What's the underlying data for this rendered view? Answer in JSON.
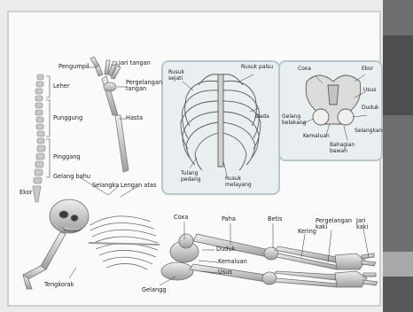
{
  "labels": {
    "pengumpil": "Pengumpil",
    "jari_tangan": "Jari tangan",
    "leher": "Leher",
    "pergelangan_tangan": "Pergelangan tangan",
    "punggung": "Punggung",
    "hasta": "Hasta",
    "pinggang": "Pinggang",
    "ekor": "Ekor",
    "gelang_bahu": "Gelang bahu",
    "selangka": "Selangka",
    "lengan_atas": "Lengan atas",
    "rusuk_sejati": "Rusuk sejati",
    "rusuk_palsu": "Rusuk palsu",
    "dada": "Dada",
    "tulang_pedang": "Tulang pedang",
    "rusuk_melayang": "Rusuk melayang",
    "ekor_inset": "Ekor",
    "duduk": "Duduk",
    "usus": "Usus",
    "gelang_belakang": "Gelang belakang",
    "kemaluan": "Kemaluan",
    "selangkang": "Selangkang",
    "bahagian_bawah": "Bahagian bawah",
    "coxa": "Coxa",
    "paha": "Paha",
    "betis": "Betis",
    "kering": "Kering",
    "pergelangan_kaki": "Pergelangan kaki",
    "jari_kaki": "Jari kaki",
    "kemaluan2": "Kemaluan",
    "gelangg": "Gelangg",
    "usus2": "Usus",
    "tengkorak": "Tengkorak"
  },
  "colors": {
    "bone": "#d8d8d6",
    "bone_shadow": "#8c8c8a",
    "inset_bg": "#e9eef0",
    "inset_border": "#b8c5c9",
    "sidebar": "#6e6e6e",
    "sidebar_band_light": "#9a9a9a"
  }
}
